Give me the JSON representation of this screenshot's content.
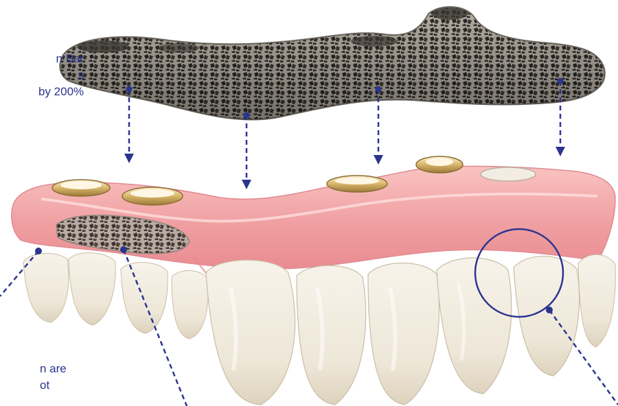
{
  "captions": {
    "top": [
      "n Bar",
      "s",
      "by 200%"
    ],
    "bottom": [
      "n are",
      "ot"
    ]
  },
  "colors": {
    "annotation": "#2b3590",
    "gum": "#f2a2a4",
    "tooth": "#f3eee2",
    "mesh": "#8f8a80",
    "abutment_gold": "#d8b768"
  },
  "icons": [
    "arrow-down-icon",
    "callout-dot-icon",
    "callout-circle-icon"
  ]
}
